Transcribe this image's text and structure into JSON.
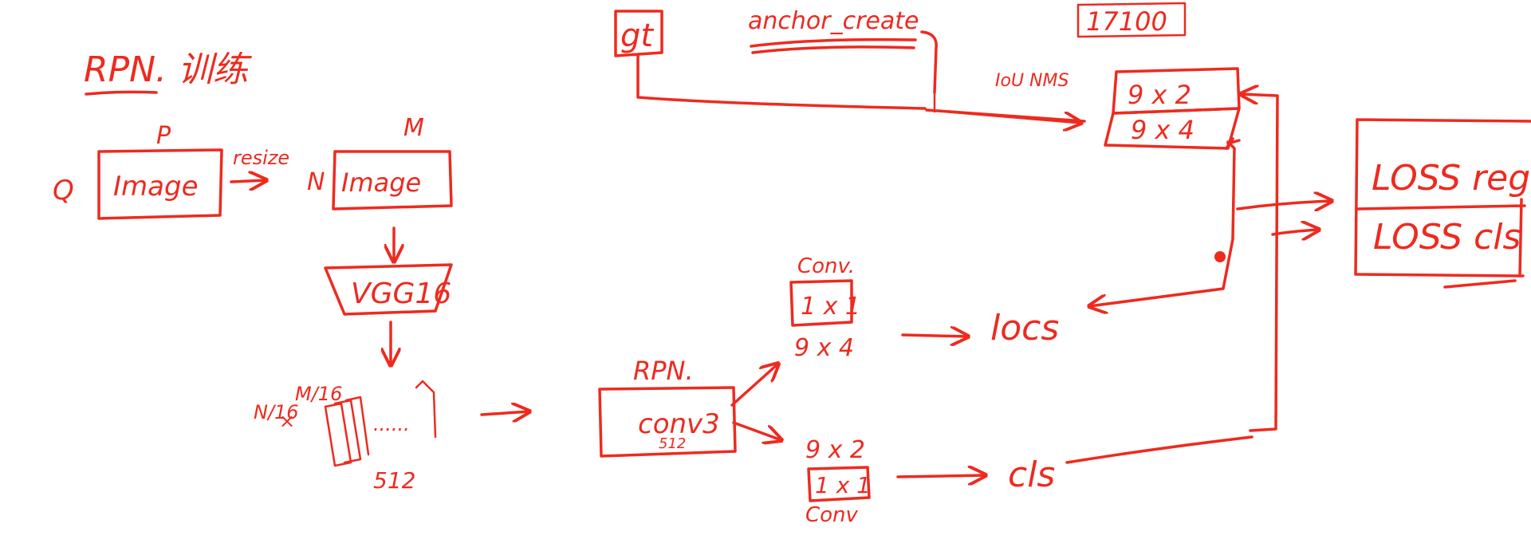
{
  "labels": {
    "rpn_train": "RPN. 训练",
    "p": "P",
    "q": "Q",
    "image_left": "Image",
    "resize": "resize",
    "m_top": "M",
    "n_left": "N",
    "image_right": "Image",
    "vgg16": "VGG16",
    "feat_n16": "N/16",
    "feat_x": "×",
    "feat_m16": "M/16",
    "feat_dots": "......",
    "feat_512": "512",
    "gt": "gt",
    "anchor_create": "anchor_create",
    "count_17100": "17100",
    "iou_nms": "IoU NMS",
    "box_9x2": "9 x 2",
    "box_9x4": "9 x 4",
    "loss_reg": "LOSS reg",
    "loss_cls": "LOSS cls",
    "conv_top": "Conv.",
    "conv1x1_top": "1 x 1",
    "label_9x4": "9 x 4",
    "locs": "locs",
    "rpn_head": "RPN.",
    "conv3": "conv3",
    "conv3_512": "512",
    "label_9x2": "9 x 2",
    "conv1x1_bottom": "1 x 1",
    "conv_bottom": "Conv",
    "cls": "cls"
  },
  "colors": {
    "ink": "#ee2a1f",
    "background": "#ffffff"
  }
}
